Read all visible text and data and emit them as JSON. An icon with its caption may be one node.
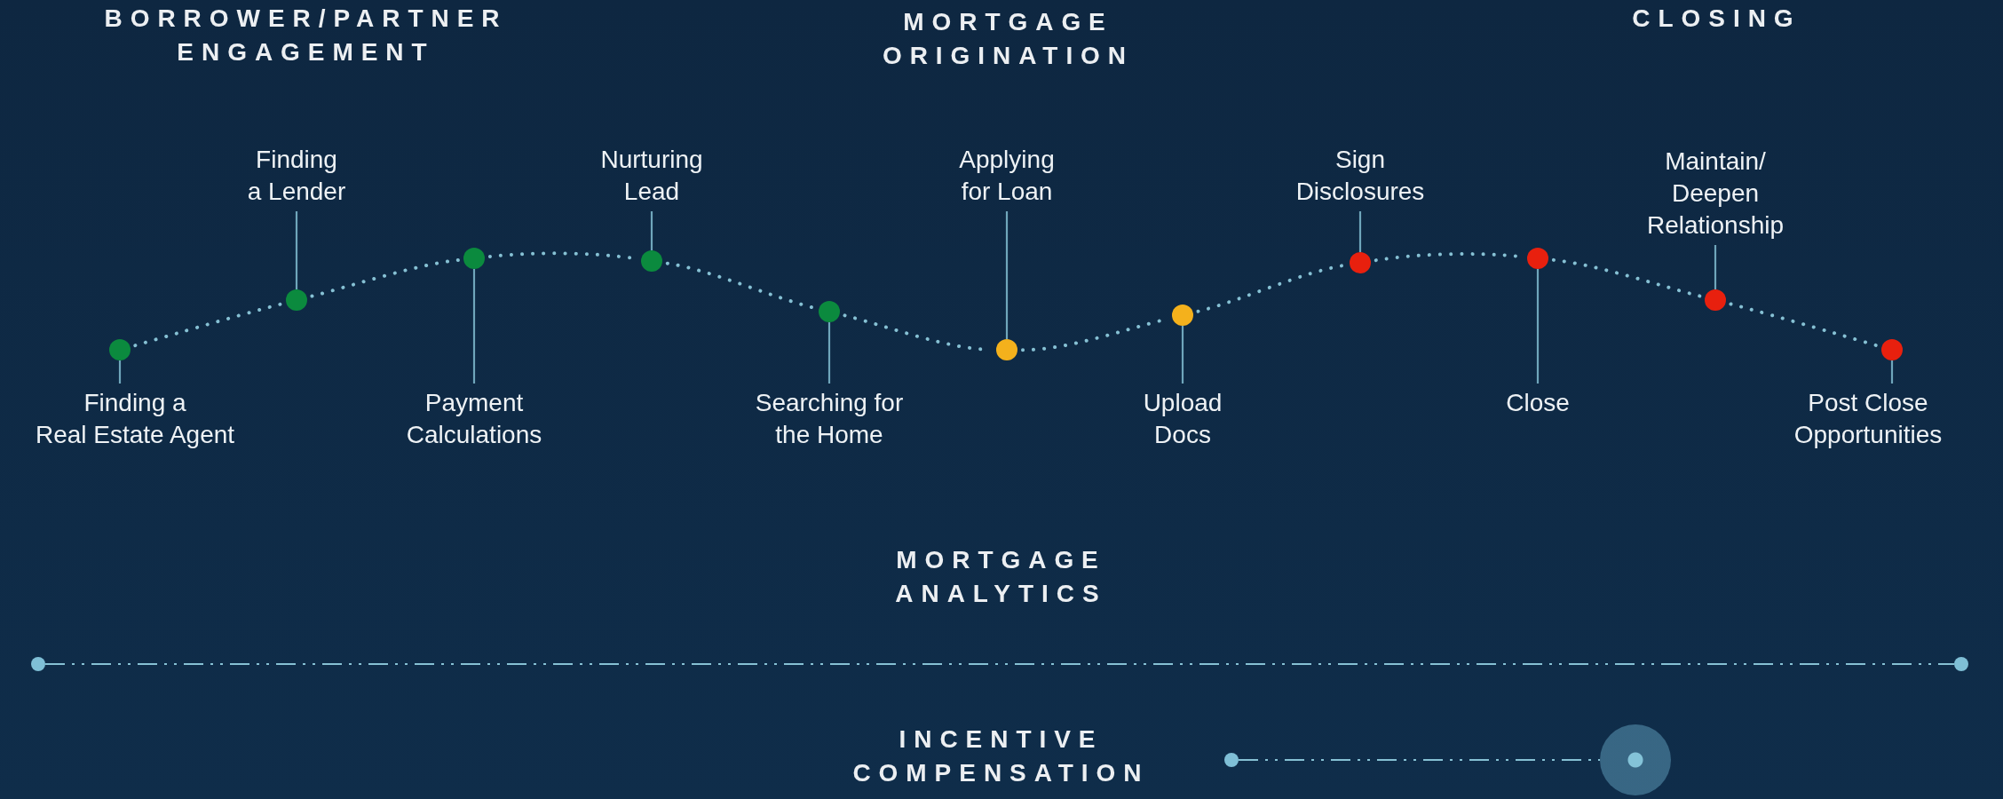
{
  "diagram": {
    "nodes": [
      {
        "text": [
          "Finding a Real Estate Agent"
        ]
      },
      {
        "text": [],
        "shape": "circle"
      },
      {
        "text": [
          "Finding a Lender"
        ]
      },
      {
        "text": [],
        "shape": "circle"
      },
      {
        "text": [
          "Payment Calculations"
        ]
      },
      {
        "text": [],
        "shape": "circle"
      },
      {
        "text": [
          "Nurturing Lead"
        ]
      },
      {
        "text": [],
        "shape": "circle"
      },
      {
        "text": [
          "Searching for the Home"
        ]
      },
      {
        "text": [],
        "shape": "circle"
      },
      {
        "text": [
          "Applying for Loan"
        ]
      },
      {
        "text": [],
        "shape": "circle"
      },
      {
        "text": [
          "Upload Docs"
        ]
      },
      {
        "text": [],
        "shape": "circle"
      },
      {
        "text": [
          "Sign Disclosures"
        ]
      },
      {
        "text": [],
        "shape": "circle"
      },
      {
        "text": [
          "Close"
        ]
      },
      {
        "text": [],
        "shape": "circle"
      },
      {
        "text": [
          "Maintain/ Deepen Relationship"
        ]
      },
      {
        "text": [],
        "shape": "circle"
      },
      {
        "text": [
          "Post Close Opportunities"
        ]
      },
      {
        "text": [],
        "shape": "circle"
      },
      {
        "text": [],
        "shape": "circle"
      },
      {
        "text": [],
        "shape": "circle"
      },
      {
        "text": [],
        "shape": "circle"
      },
      {
        "text": [],
        "shape": "circle"
      }
    ],
    "edges": [
      {
        "from": 0,
        "to": 1,
        "arrow": "none"
      },
      {
        "from": 2,
        "to": 3,
        "arrow": "none"
      },
      {
        "from": 4,
        "to": 5,
        "arrow": "none"
      },
      {
        "from": 6,
        "to": 7,
        "arrow": "none"
      },
      {
        "from": 8,
        "to": 9,
        "arrow": "none"
      },
      {
        "from": 10,
        "to": 11,
        "arrow": "none"
      },
      {
        "from": 12,
        "to": 13,
        "arrow": "none"
      },
      {
        "from": 14,
        "to": 15,
        "arrow": "none"
      },
      {
        "from": 16,
        "to": 17,
        "arrow": "none"
      },
      {
        "from": 18,
        "to": 19,
        "arrow": "none"
      },
      {
        "from": 20,
        "to": 21,
        "arrow": "none"
      },
      {
        "from": 1,
        "to": 3,
        "arrow": "none",
        "style": "dashed"
      },
      {
        "from": 3,
        "to": 5,
        "arrow": "none",
        "style": "dashed"
      },
      {
        "from": 5,
        "to": 7,
        "arrow": "none",
        "style": "dashed"
      },
      {
        "from": 7,
        "to": 9,
        "arrow": "none",
        "style": "dashed"
      },
      {
        "from": 9,
        "to": 11,
        "arrow": "none",
        "style": "dashed"
      },
      {
        "from": 11,
        "to": 13,
        "arrow": "none",
        "style": "dashed"
      },
      {
        "from": 13,
        "to": 15,
        "arrow": "none",
        "style": "dashed"
      },
      {
        "from": 15,
        "to": 17,
        "arrow": "none",
        "style": "dashed"
      },
      {
        "from": 17,
        "to": 19,
        "arrow": "none",
        "style": "dashed"
      },
      {
        "from": 19,
        "to": 21,
        "arrow": "none",
        "style": "dashed"
      },
      {
        "from": 22,
        "to": 23,
        "arrow": "none",
        "style": "dashed"
      },
      {
        "from": 24,
        "to": 25,
        "arrow": "none",
        "style": "dashed"
      }
    ],
    "labels": [
      "BORROWER/PARTNER ENGAGEMENT",
      "MORTGAGE ORIGINATION",
      "CLOSING",
      "MORTGAGE ANALYTICS",
      "INCENTIVE COMPENSATION"
    ]
  }
}
